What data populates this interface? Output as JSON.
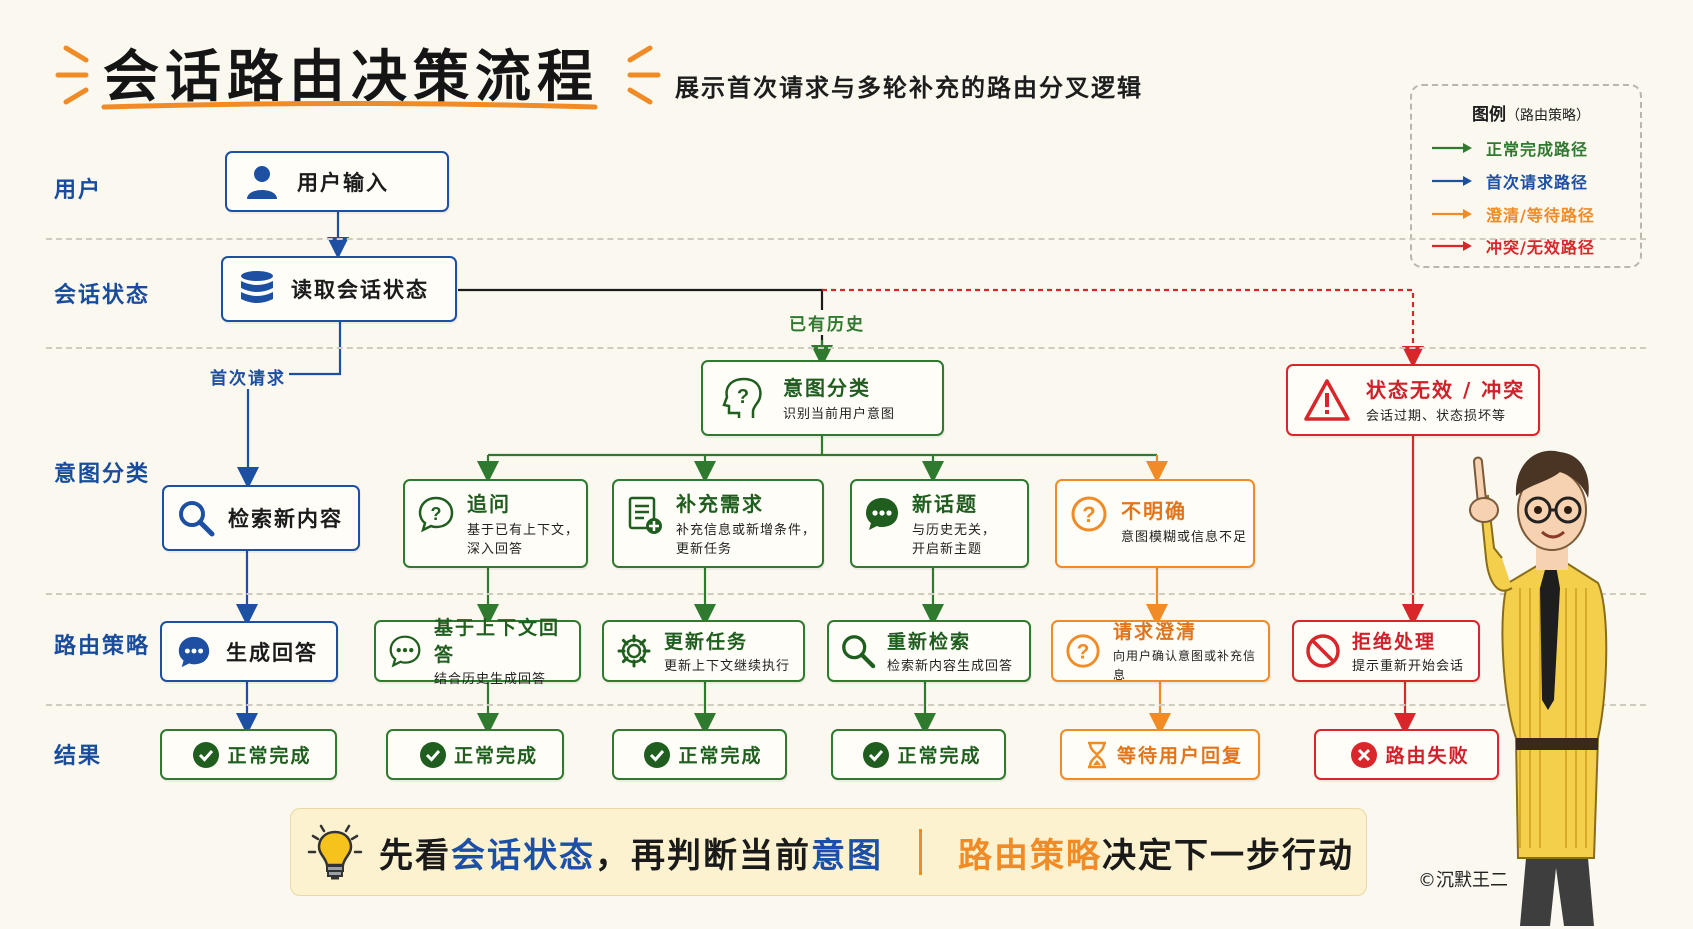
{
  "title": "会话路由决策流程",
  "subtitle": "展示首次请求与多轮补充的路由分叉逻辑",
  "legend": {
    "title": "图例",
    "title_note": "（路由策略）",
    "items": [
      {
        "label": "正常完成路径",
        "color": "#2f7a2f"
      },
      {
        "label": "首次请求路径",
        "color": "#1d4fa3"
      },
      {
        "label": "澄清/等待路径",
        "color": "#f08b26"
      },
      {
        "label": "冲突/无效路径",
        "color": "#d8262b"
      }
    ]
  },
  "lanes": [
    "用户",
    "会话状态",
    "意图分类",
    "路由策略",
    "结果"
  ],
  "nodes": {
    "user_input": "用户输入",
    "read_state": "读取会话状态",
    "intent": {
      "title": "意图分类",
      "desc": "识别当前用户意图"
    },
    "state_invalid": {
      "title": "状态无效 / 冲突",
      "desc": "会话过期、状态损坏等"
    },
    "search_new": "检索新内容",
    "follow_up": {
      "title": "追问",
      "desc1": "基于已有上下文，",
      "desc2": "深入回答"
    },
    "supplement": {
      "title": "补充需求",
      "desc1": "补充信息或新增条件，",
      "desc2": "更新任务"
    },
    "new_topic": {
      "title": "新话题",
      "desc1": "与历史无关，",
      "desc2": "开启新主题"
    },
    "unclear": {
      "title": "不明确",
      "desc": "意图模糊或信息不足"
    },
    "generate": "生成回答",
    "context_answer": {
      "title": "基于上下文回答",
      "desc": "结合历史生成回答"
    },
    "update_task": {
      "title": "更新任务",
      "desc": "更新上下文继续执行"
    },
    "re_search": {
      "title": "重新检索",
      "desc": "检索新内容生成回答"
    },
    "clarify": {
      "title": "请求澄清",
      "desc": "向用户确认意图或补充信息"
    },
    "reject": {
      "title": "拒绝处理",
      "desc": "提示重新开始会话"
    },
    "done": "正常完成",
    "wait": "等待用户回复",
    "fail": "路由失败"
  },
  "edge_labels": {
    "first": "首次请求",
    "history": "已有历史"
  },
  "tip": {
    "p1": "先看",
    "hl1": "会话状态",
    "p2": "，再判断当前",
    "hl2": "意图",
    "hl3": "路由策略",
    "p3": "决定下一步行动"
  },
  "copyright": "©沉默王二",
  "colors": {
    "blue": "#1d4fa3",
    "green": "#2f7a2f",
    "orange": "#f08b26",
    "red": "#d8262b"
  }
}
